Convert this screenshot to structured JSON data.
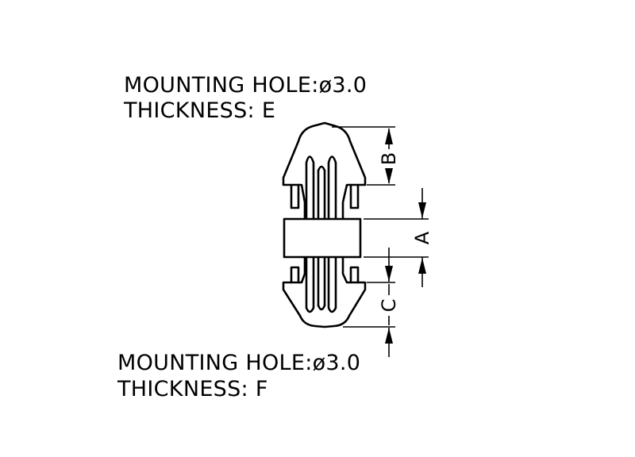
{
  "notes": {
    "top_line1": "MOUNTING  HOLE:ø3.0",
    "top_line2": "THICKNESS:  E",
    "bottom_line1": "MOUNTING  HOLE:ø3.0",
    "bottom_line2": "THICKNESS:  F"
  },
  "dimensions": {
    "a": "A",
    "b": "B",
    "c": "C"
  },
  "colors": {
    "line": "#000000",
    "background": "#ffffff"
  }
}
